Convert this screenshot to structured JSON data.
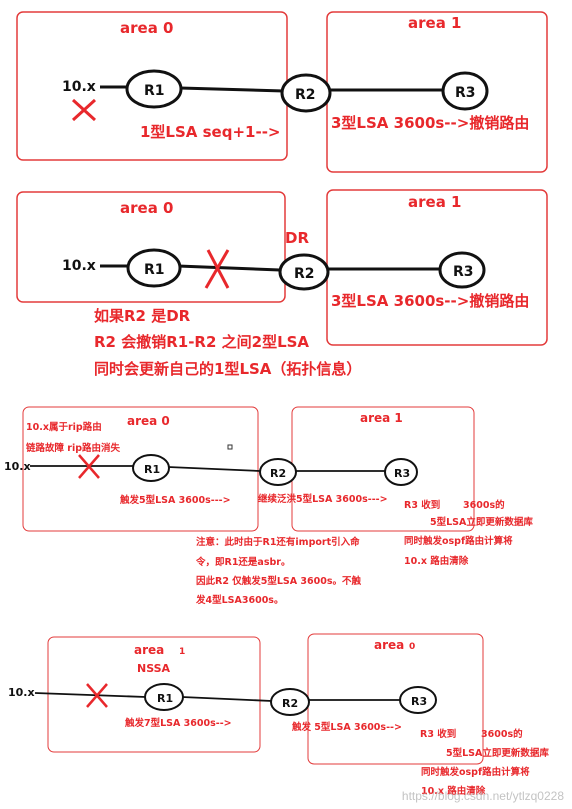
{
  "s1": {
    "area0": "area 0",
    "area1": "area 1",
    "net": "10.x",
    "r1": "R1",
    "r2": "R2",
    "r3": "R3",
    "note_left": "1型LSA seq+1-->",
    "note_right": "3型LSA 3600s-->撤销路由"
  },
  "s2": {
    "area0": "area 0",
    "area1": "area 1",
    "net": "10.x",
    "dr": "DR",
    "r1": "R1",
    "r2": "R2",
    "r3": "R3",
    "note_right": "3型LSA 3600s-->撤销路由",
    "note_lines": [
      "如果R2 是DR",
      "R2 会撤销R1-R2 之间2型LSA",
      "同时会更新自己的1型LSA（拓扑信息）"
    ]
  },
  "s3": {
    "area0": "area 0",
    "area1": "area 1",
    "net": "10.x",
    "r1": "R1",
    "r2": "R2",
    "r3": "R3",
    "rip_lines": [
      "10.x属于rip路由",
      "链路故障 rip路由消失"
    ],
    "trigger": "触发5型LSA 3600s--->",
    "flood": "继续泛洪5型LSA 3600s--->",
    "r3_recv": "R3 收到",
    "r3_time": "3600s的",
    "r3_lines": [
      "5型LSA立即更新数据库",
      "同时触发ospf路由计算将",
      "10.x 路由清除"
    ],
    "note_lines": [
      "注意：此时由于R1还有import引入命",
      "令，即R1还是asbr。",
      "因此R2 仅触发5型LSA 3600s。不触",
      "发4型LSA3600s。"
    ]
  },
  "s4": {
    "area1_word": "area",
    "area1_num": "1",
    "nssa": "NSSA",
    "area0_word": "area",
    "area0_num": "0",
    "net": "10.x",
    "r1": "R1",
    "r2": "R2",
    "r3": "R3",
    "trigger": "触发7型LSA 3600s-->",
    "r2_trigger": "触发 5型LSA 3600s-->",
    "r3_recv": "R3 收到",
    "r3_time": "3600s的",
    "r3_lines": [
      "5型LSA立即更新数据库",
      "同时触发ospf路由计算将",
      "10.x 路由清除"
    ]
  },
  "watermark": "https://blog.csdn.net/ytlzq0228"
}
